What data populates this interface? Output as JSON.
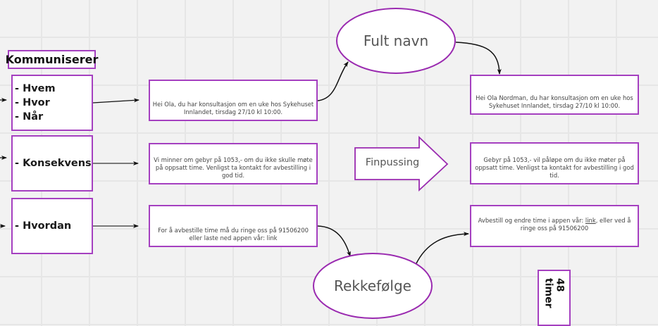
{
  "diagram": {
    "header": {
      "label": "Kommuniserer"
    },
    "categories": [
      {
        "lines": [
          "- Hvem",
          "- Hvor",
          "- Når"
        ]
      },
      {
        "lines": [
          "- Konsekvens"
        ]
      },
      {
        "lines": [
          "- Hvordan"
        ]
      }
    ],
    "original_messages": [
      {
        "text": "Hei Ola, du har konsultasjon om en uke hos Sykehuset Innlandet, tirsdag 27/10 kl 10:00."
      },
      {
        "text": "Vi minner om gebyr på 1053,- om du ikke skulle møte på oppsatt time. Venligst ta kontakt for avbestilling i god tid."
      },
      {
        "text": "For å avbestille time må du ringe oss på 91506200 eller laste ned appen vår: link"
      }
    ],
    "shapes": {
      "fult_navn": "Fult navn",
      "finpussing": "Finpussing",
      "rekkefolge": "Rekkefølge"
    },
    "revised_messages": [
      {
        "text": "Hei Ola Nordman, du har konsultasjon om en uke hos Sykehuset Innlandet, tirsdag 27/10 kl 10:00."
      },
      {
        "text": "Gebyr på 1053,- vil påløpe om du ikke møter på oppsatt time. Venligst ta kontakt for avbestilling i god tid."
      },
      {
        "pre": "Avbestill og endre time i appen vår: ",
        "link": "link",
        "post": ", eller ved å ringe oss på 91506200"
      }
    ],
    "side_note": "48 timer",
    "colors": {
      "border": "#a540c0",
      "grid": "#e6e6e6",
      "background": "#f2f2f2"
    }
  }
}
